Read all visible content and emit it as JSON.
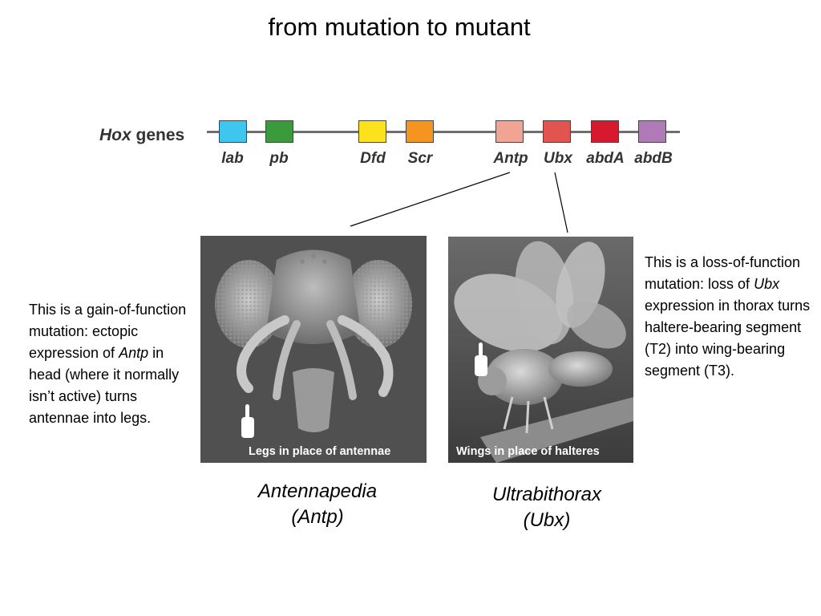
{
  "title": "from mutation to mutant",
  "hox": {
    "label_italic": "Hox",
    "label_plain": " genes",
    "genes": [
      {
        "name": "lab",
        "color": "#3ec6ee"
      },
      {
        "name": "pb",
        "color": "#3a9a3c"
      },
      {
        "name": "Dfd",
        "color": "#fce21c"
      },
      {
        "name": "Scr",
        "color": "#f5941e"
      },
      {
        "name": "Antp",
        "color": "#f2a494"
      },
      {
        "name": "Ubx",
        "color": "#e25450"
      },
      {
        "name": "abdA",
        "color": "#d7192f"
      },
      {
        "name": "abdB",
        "color": "#b07ab8"
      }
    ]
  },
  "photos": {
    "antp_caption": "Legs in place of antennae",
    "ubx_caption": "Wings in place of halteres"
  },
  "left_text": {
    "part1": "This is a gain-of-function mutation: ectopic expression of ",
    "gene": "Antp",
    "part2": " in head (where it normally isn’t active) turns antennae into legs."
  },
  "right_text": {
    "part1": "This is a loss-of-function mutation: loss of ",
    "gene": "Ubx",
    "part2": " expression in thorax turns haltere-bearing segment (T2) into wing-bearing segment (T3)."
  },
  "mutants": {
    "antp_line1": "Antennapedia",
    "antp_line2": "(Antp)",
    "ubx_line1": "Ultrabithorax",
    "ubx_line2": "(Ubx)"
  }
}
